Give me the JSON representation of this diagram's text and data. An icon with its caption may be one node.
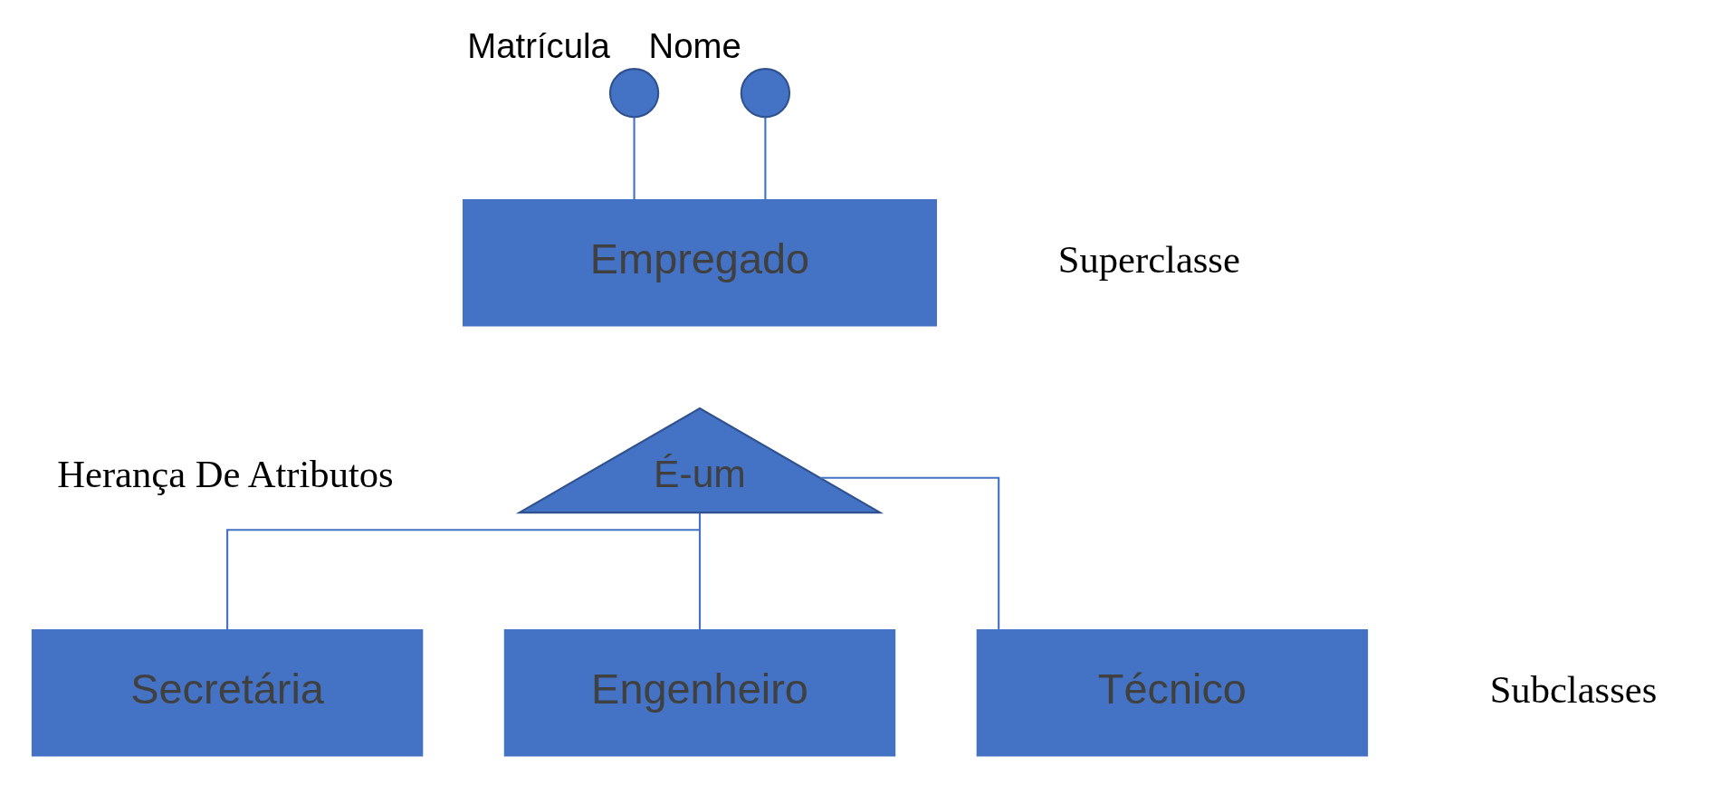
{
  "diagram": {
    "nodes": [
      {
        "text": [
          "Matrícula"
        ]
      },
      {
        "text": [
          "Nome"
        ]
      },
      {
        "text": [
          "Empregado"
        ]
      },
      {
        "text": [
          "É-um"
        ]
      },
      {
        "text": [
          "Secretária"
        ]
      },
      {
        "text": [
          "Engenheiro"
        ]
      },
      {
        "text": [
          "Técnico"
        ]
      }
    ],
    "edges": [
      {
        "from": 0,
        "to": 2,
        "arrow": "none"
      },
      {
        "from": 1,
        "to": 2,
        "arrow": "none"
      },
      {
        "from": 3,
        "to": 4,
        "arrow": "none"
      },
      {
        "from": 3,
        "to": 5,
        "arrow": "none"
      },
      {
        "from": 3,
        "to": 6,
        "arrow": "none"
      }
    ],
    "labels": [
      "Herança De Atributos",
      "Superclasse",
      "Subclasses"
    ]
  }
}
